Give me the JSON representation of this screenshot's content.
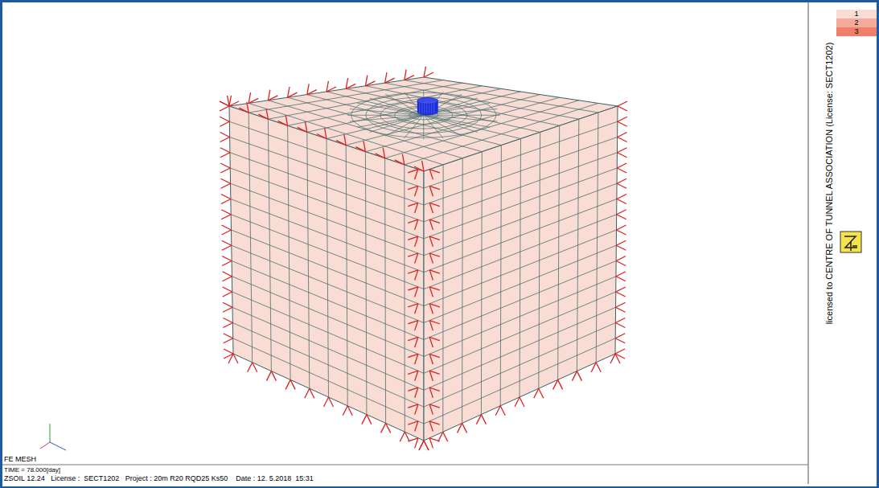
{
  "diagram": {
    "labels": [
      "licensed to CENTRE OF TUNNEL ASSOCIATION (License: SECT1202)",
      "FE MESH",
      "TIME = 78.000[day]",
      "ZSOIL 12.24   License :  SECT1202   Project : 20m R20 RQD25 Ks50    Date : 12. 5.2018  15:31"
    ],
    "legend": [
      {
        "text": "1",
        "color": "#f9dcd4"
      },
      {
        "text": "2",
        "color": "#f4ab9c"
      },
      {
        "text": "3",
        "color": "#f07f6a"
      }
    ]
  }
}
